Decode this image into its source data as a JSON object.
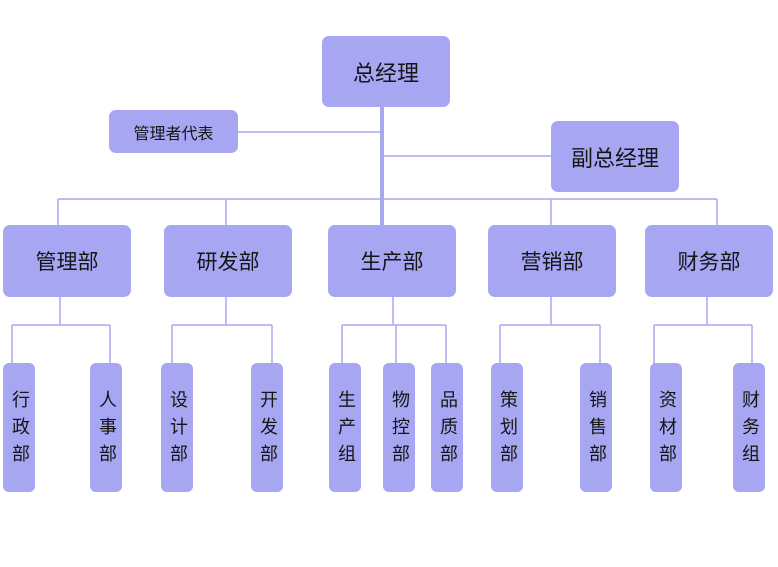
{
  "chart": {
    "ceo": "总经理",
    "management_rep": "管理者代表",
    "vice_gm": "副总经理",
    "departments": [
      {
        "name": "管理部",
        "units": [
          "行政部",
          "人事部"
        ]
      },
      {
        "name": "研发部",
        "units": [
          "设计部",
          "开发部"
        ]
      },
      {
        "name": "生产部",
        "units": [
          "生产组",
          "物控部",
          "品质部"
        ]
      },
      {
        "name": "营销部",
        "units": [
          "策划部",
          "销售部"
        ]
      },
      {
        "name": "财务部",
        "units": [
          "资材部",
          "财务组"
        ]
      }
    ]
  },
  "colors": {
    "box": "#a6a6f2",
    "line": "#a9a9ee",
    "text": "#151515"
  }
}
